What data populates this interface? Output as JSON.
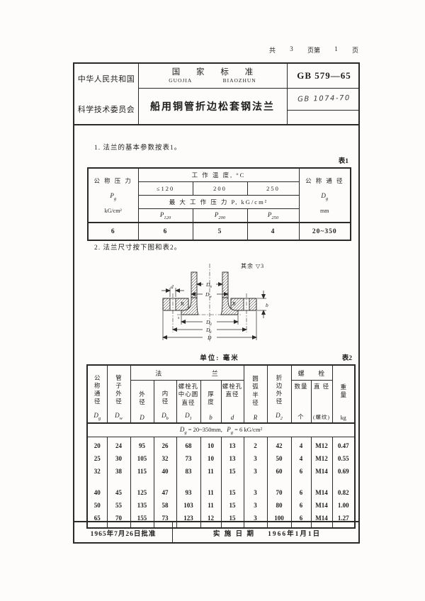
{
  "pagination": {
    "total_label": "共",
    "total_pages": "3",
    "page_label": "页第",
    "page_number": "1",
    "page_unit": "页"
  },
  "header": {
    "country": "中华人民共和国",
    "committee": "科学技术委员会",
    "standard_cn": "国 家 标 准",
    "pinyin_1": "GUOJIA",
    "pinyin_2": "BIAOZHUN",
    "doc_title": "船用铜管折边松套钢法兰",
    "standard_code": "GB 579—65",
    "handwritten_note": "GB 1074-70"
  },
  "body": {
    "clause1": "1.  法兰的基本参数按表1。",
    "clause2": "2.  法兰尺寸按下图和表2。"
  },
  "table1": {
    "caption": "表1",
    "pressure_head": "公 称 压 力",
    "pressure_sym_base": "P",
    "pressure_sym_sub": "g",
    "pressure_unit": "kG/cm²",
    "temp_head": "工 作 温 度,  °C",
    "temps": [
      "≤120",
      "200",
      "250"
    ],
    "max_pressure_head": "最 大 工 作 压 力 P,  kG/cm²",
    "p_syms": [
      {
        "base": "P",
        "sub": "120"
      },
      {
        "base": "P",
        "sub": "200"
      },
      {
        "base": "P",
        "sub": "250"
      }
    ],
    "bore_head": "公 称 通 径",
    "bore_sym_base": "D",
    "bore_sym_sub": "g",
    "bore_unit": "mm",
    "data_row": [
      "6",
      "6",
      "5",
      "4",
      "20~350"
    ]
  },
  "diagram": {
    "note": "其余 ▽3",
    "labels": {
      "d": "d",
      "db_base": "D",
      "db_sub": "b",
      "dw_base": "D",
      "dw_sub": "w",
      "r_left": "R",
      "r_right": "R",
      "s": "s",
      "b": "b",
      "d2_base": "D",
      "d2_sub": "2",
      "d1_base": "D",
      "d1_sub": "1",
      "d_outer": "D"
    }
  },
  "table2": {
    "unit_note": "单位: 毫米",
    "caption": "表2",
    "group_flange_1": "法",
    "group_flange_2": "兰",
    "group_bolt_1": "螺",
    "group_bolt_2": "栓",
    "cols": [
      {
        "head": "公称通径",
        "sym_base": "D",
        "sym_sub": "g"
      },
      {
        "head": "管子外径",
        "sym_base": "D",
        "sym_sub": "w"
      },
      {
        "head": "外径",
        "sym_base": "D",
        "sym_sub": ""
      },
      {
        "head": "内径",
        "sym_base": "D",
        "sym_sub": "b"
      },
      {
        "head": "螺栓孔中心圆直径",
        "sym_base": "D",
        "sym_sub": "1"
      },
      {
        "head": "厚度",
        "sym_base": "b",
        "sym_sub": ""
      },
      {
        "head": "螺栓孔直径",
        "sym_base": "d",
        "sym_sub": ""
      },
      {
        "head": "圆弧半径",
        "sym_base": "R",
        "sym_sub": ""
      },
      {
        "head": "折边外径",
        "sym_base": "D",
        "sym_sub": "2"
      },
      {
        "head": "数量",
        "sym_base": "个",
        "sym_sub": ""
      },
      {
        "head": "直 径",
        "sym_base": "(螺纹)",
        "sym_sub": ""
      },
      {
        "head": "重量",
        "sym_base": "kg",
        "sym_sub": ""
      }
    ],
    "range": {
      "d_base": "D",
      "d_sub": "g",
      "d_eq": "= 20~350mm,",
      "p_base": "P",
      "p_sub": "g",
      "p_eq": "= 6 kG/cm²"
    },
    "rows": [
      [
        "20",
        "24",
        "95",
        "26",
        "68",
        "10",
        "13",
        "2",
        "42",
        "4",
        "M12",
        "0.47"
      ],
      [
        "25",
        "30",
        "105",
        "32",
        "73",
        "10",
        "13",
        "3",
        "50",
        "4",
        "M12",
        "0.55"
      ],
      [
        "32",
        "38",
        "115",
        "40",
        "83",
        "11",
        "15",
        "3",
        "60",
        "6",
        "M14",
        "0.69"
      ],
      [
        "40",
        "45",
        "125",
        "47",
        "93",
        "11",
        "15",
        "3",
        "70",
        "6",
        "M14",
        "0.82"
      ],
      [
        "50",
        "55",
        "135",
        "58",
        "103",
        "11",
        "15",
        "3",
        "80",
        "6",
        "M14",
        "1.00"
      ],
      [
        "65",
        "70",
        "155",
        "73",
        "123",
        "12",
        "15",
        "3",
        "100",
        "6",
        "M14",
        "1.27"
      ]
    ]
  },
  "footer": {
    "approval": "1965年7月26日批准",
    "impl_label": "实 施 日 期",
    "impl_date": "1966年1月1日"
  }
}
